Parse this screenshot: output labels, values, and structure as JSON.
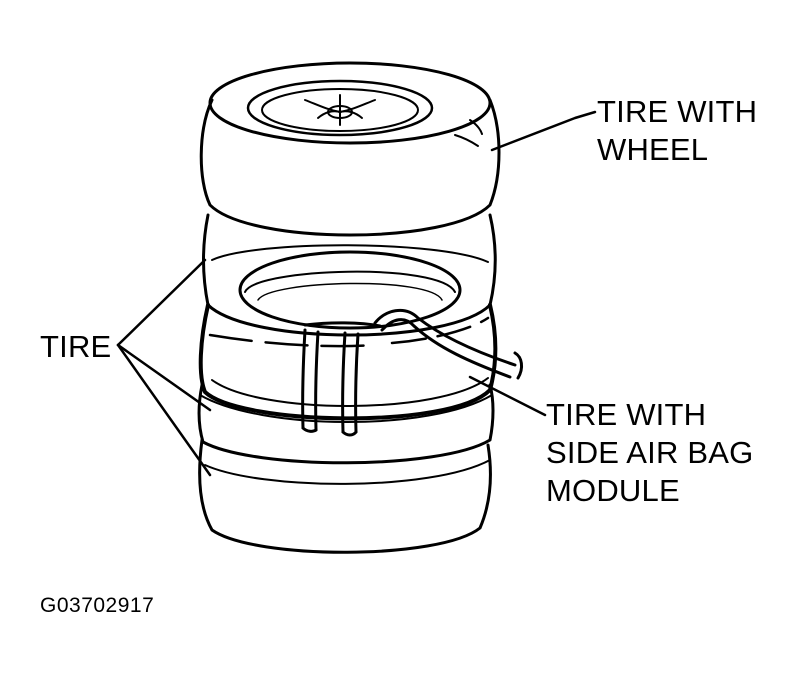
{
  "diagram": {
    "labels": {
      "tire_with_wheel": [
        "TIRE WITH",
        "WHEEL"
      ],
      "tire": "TIRE",
      "tire_with_side_air_bag_module": [
        "TIRE WITH",
        "SIDE AIR BAG",
        "MODULE"
      ]
    },
    "figure_id": "G03702917"
  },
  "colors": {
    "ink": "#000000",
    "paper": "#ffffff"
  }
}
